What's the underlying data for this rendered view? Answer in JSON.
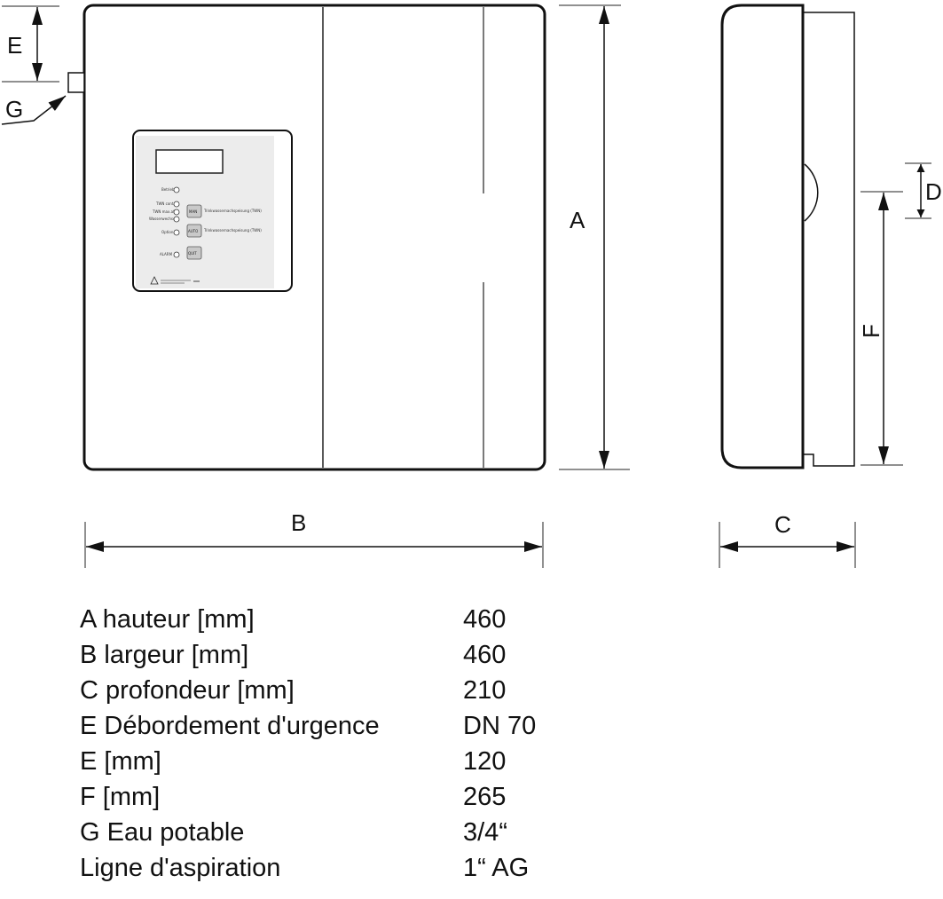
{
  "dimension_labels": {
    "A": "A",
    "B": "B",
    "C": "C",
    "D": "D",
    "E": "E",
    "F": "F",
    "G": "G"
  },
  "control_panel": {
    "indicators": [
      "Betrieb",
      "TWN cont.",
      "TWN max.aft",
      "Wasserwechsel",
      "Option",
      "ALARM"
    ],
    "buttons": [
      "MAN",
      "AUTO",
      "QUIT"
    ],
    "button_captions": [
      "Trinkwassernachspeisung (TWN)",
      "Trinkwassernachspeisung (TWN)"
    ]
  },
  "specs": [
    {
      "label": "A hauteur [mm]",
      "value": "460"
    },
    {
      "label": "B largeur [mm]",
      "value": "460"
    },
    {
      "label": "C profondeur [mm]",
      "value": "210"
    },
    {
      "label": "E Débordement d'urgence",
      "value": "DN 70"
    },
    {
      "label": "E [mm]",
      "value": "120"
    },
    {
      "label": "F [mm]",
      "value": "265"
    },
    {
      "label": "G Eau potable",
      "value": "3/4“"
    },
    {
      "label": "Ligne d'aspiration",
      "value": "1“ AG"
    }
  ]
}
